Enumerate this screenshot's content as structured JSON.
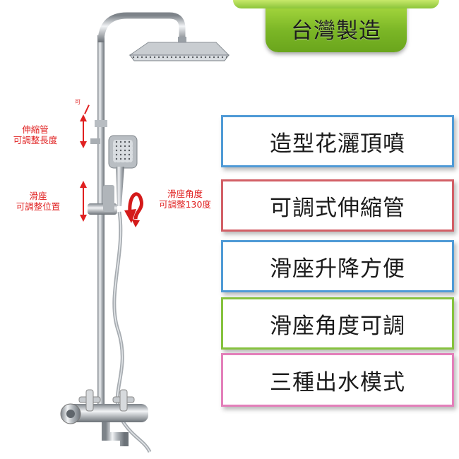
{
  "banner": {
    "label": "台灣製造"
  },
  "features": [
    "造型花灑頂噴",
    "可調式伸縮管",
    "滑座升降方便",
    "滑座角度可調",
    "三種出水模式"
  ],
  "annotations": {
    "telescopic": {
      "line1": "伸縮管",
      "line2": "可調整長度"
    },
    "slider": {
      "line1": "滑座",
      "line2": "可調整位置"
    },
    "angle": {
      "line1": "滑座角度",
      "line2": "可調整130度"
    },
    "tiny_mark": "可"
  },
  "colors": {
    "banner_green": "#7bb626",
    "box_blue": "#4f9ad6",
    "box_red": "#d25f66",
    "box_green": "#86c23e",
    "box_pink": "#e37fba",
    "annotation_red": "#e02020"
  },
  "icons": {
    "angle_arrow": "red-curved-double-arrow",
    "height_arrow": "red-vertical-double-arrow"
  }
}
